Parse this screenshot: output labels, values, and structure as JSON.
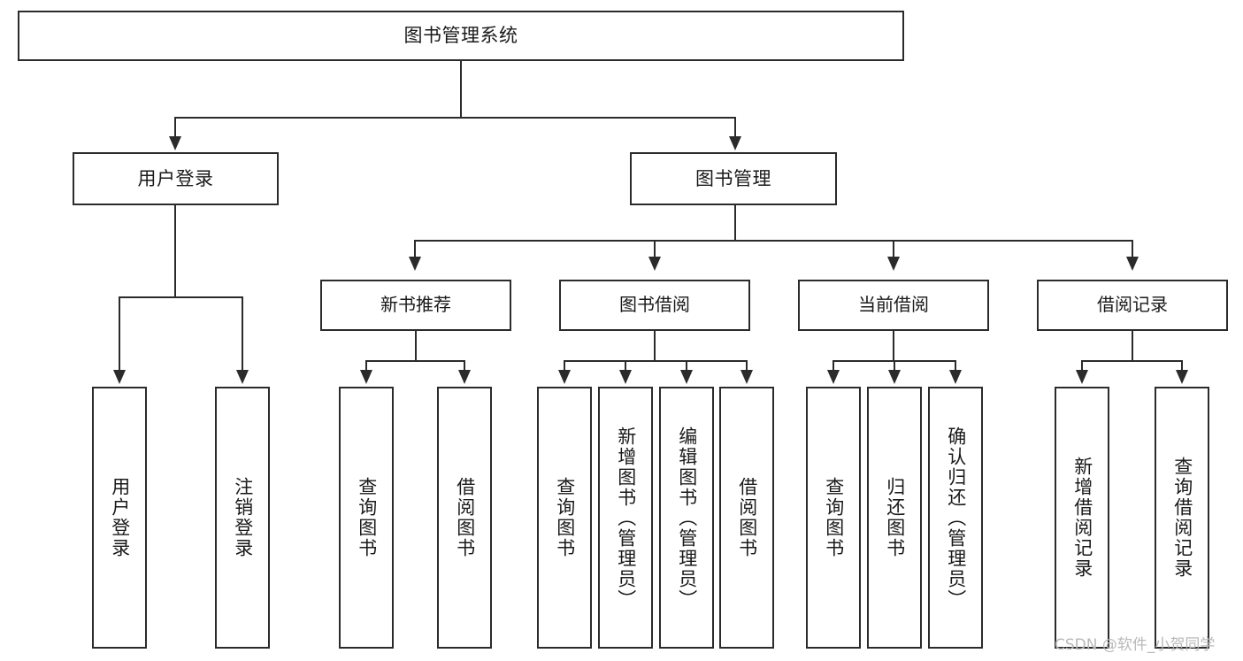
{
  "diagram": {
    "title": "图书管理系统",
    "type": "tree-hierarchy-diagram",
    "orientation": "top-down",
    "style": {
      "box_border_color": "#2b2b2b",
      "box_fill_color": "#ffffff",
      "connector_color": "#2b2b2b",
      "background_color": "#ffffff",
      "text_color": "#1a1a1a",
      "watermark_color": "#b9b9b9"
    },
    "root": {
      "label": "图书管理系统"
    },
    "level2": [
      {
        "label": "用户登录"
      },
      {
        "label": "图书管理"
      }
    ],
    "level3": [
      {
        "label": "新书推荐"
      },
      {
        "label": "图书借阅"
      },
      {
        "label": "当前借阅"
      },
      {
        "label": "借阅记录"
      }
    ],
    "leaves": {
      "user_login": [
        {
          "label": "用户登录"
        },
        {
          "label": "注销登录"
        }
      ],
      "new_book_recommend": [
        {
          "label": "查询图书"
        },
        {
          "label": "借阅图书"
        }
      ],
      "book_borrow": [
        {
          "label": "查询图书"
        },
        {
          "label": "新增图书（管理员）"
        },
        {
          "label": "编辑图书（管理员）"
        },
        {
          "label": "借阅图书"
        }
      ],
      "current_borrow": [
        {
          "label": "查询图书"
        },
        {
          "label": "归还图书"
        },
        {
          "label": "确认归还（管理员）"
        }
      ],
      "borrow_record": [
        {
          "label": "新增借阅记录"
        },
        {
          "label": "查询借阅记录"
        }
      ]
    }
  },
  "watermark": {
    "text": "CSDN @软件_小贺同学"
  }
}
